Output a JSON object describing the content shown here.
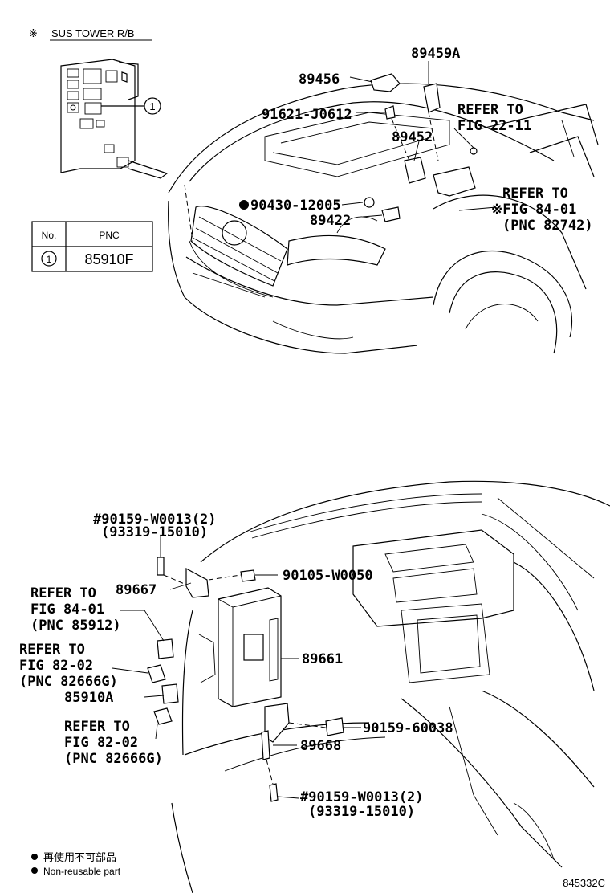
{
  "header": {
    "note_mark": "※",
    "note_title": "SUS TOWER R/B"
  },
  "pnc_table": {
    "col_no": "No.",
    "col_pnc": "PNC",
    "row_no": "1",
    "row_pnc": "85910F"
  },
  "callout_number": "1",
  "top_labels": {
    "p89459a": "89459A",
    "p89456": "89456",
    "p91621": "91621-J0612",
    "refer1_a": "REFER TO",
    "refer1_b": "FIG 22-11",
    "p89452": "89452",
    "refer2_a": "REFER TO",
    "refer2_b": "※FIG 84-01",
    "refer2_c": "(PNC 82742)",
    "p90430": "90430-12005",
    "p89422": "89422"
  },
  "bottom_labels": {
    "p90159_top_a": "#90159-W0013(2)",
    "p90159_top_b": "(93319-15010)",
    "p89667": "89667",
    "p90105": "90105-W0050",
    "refer3_a": "REFER TO",
    "refer3_b": "FIG 84-01",
    "refer3_c": "(PNC 85912)",
    "refer4_a": "REFER TO",
    "refer4_b": "FIG 82-02",
    "refer4_c": "(PNC 82666G)",
    "p89661": "89661",
    "p85910a": "85910A",
    "refer5_a": "REFER TO",
    "refer5_b": "FIG 82-02",
    "refer5_c": "(PNC 82666G)",
    "p90159_60038": "90159-60038",
    "p89668": "89668",
    "p90159_bot_a": "#90159-W0013(2)",
    "p90159_bot_b": "(93319-15010)"
  },
  "legend": {
    "line1": "再使用不可部品",
    "line2": "Non-reusable part"
  },
  "figure_code": "845332C"
}
